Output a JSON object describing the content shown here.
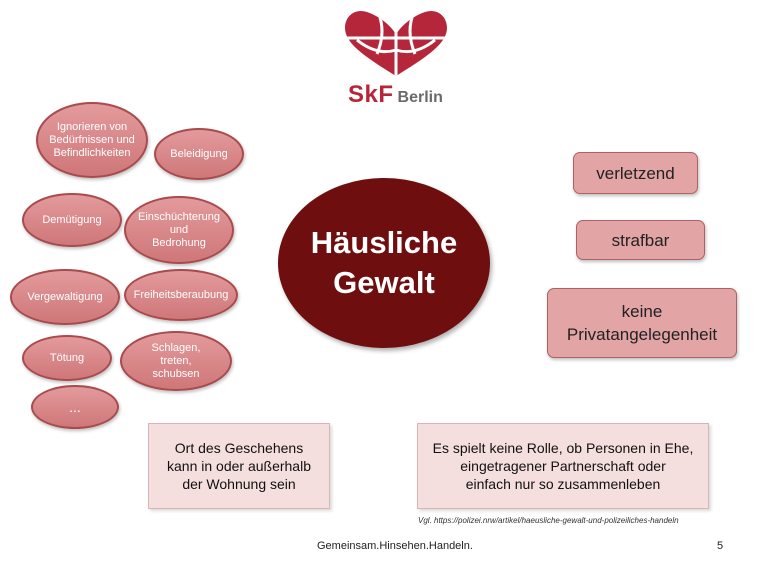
{
  "logo": {
    "brand": "SkF",
    "city": "Berlin",
    "colors": {
      "brand": "#b5263a",
      "city": "#6a6a6a"
    }
  },
  "center": {
    "title_line1": "Häusliche",
    "title_line2": "Gewalt",
    "color": "#6e0e0e"
  },
  "forms": {
    "ignorieren": [
      "Ignorieren von",
      "Bedürfnissen und",
      "Befindlichkeiten"
    ],
    "beleidigung": [
      "Beleidigung"
    ],
    "demuetigung": [
      "Demütigung"
    ],
    "einschuechterung": [
      "Einschüchterung",
      "und",
      "Bedrohung"
    ],
    "vergewaltigung": [
      "Vergewaltigung"
    ],
    "freiheitsberaubung": [
      "Freiheitsberaubung"
    ],
    "toetung": [
      "Tötung"
    ],
    "schlagen": [
      "Schlagen,",
      "treten,",
      "schubsen"
    ],
    "more": [
      "..."
    ]
  },
  "attributes": {
    "verletzend": [
      "verletzend"
    ],
    "strafbar": [
      "strafbar"
    ],
    "privat": [
      "keine",
      "Privatangelegenheit"
    ]
  },
  "info": {
    "location": [
      "Ort des Geschehens",
      "kann in oder außerhalb",
      "der Wohnung sein"
    ],
    "relationship": [
      "Es spielt keine Rolle, ob Personen in Ehe,",
      "eingetragener Partnerschaft oder",
      "einfach nur so zusammenleben"
    ]
  },
  "reference": "Vgl. https://polizei.nrw/artikel/haeusliche-gewalt-und-polizeiliches-handeln",
  "footer": "Gemeinsam.Hinsehen.Handeln.",
  "page_number": "5"
}
